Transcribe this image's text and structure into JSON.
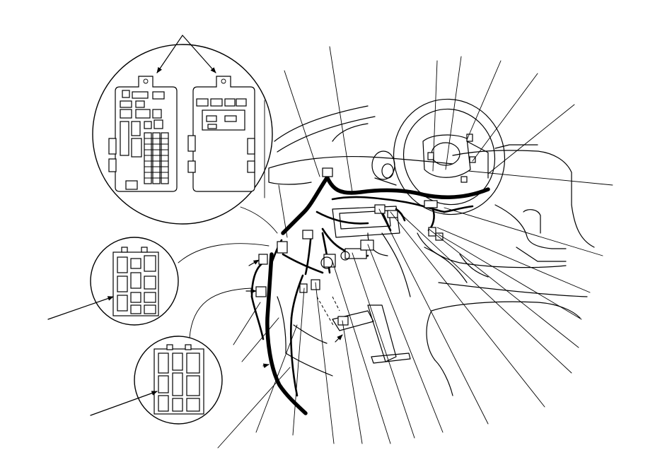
{
  "figure": {
    "kind": "wiring harness and connector location diagram",
    "inset_count": 3,
    "callout_count": 26,
    "colors": {
      "line": "#000000",
      "background": "#ffffff"
    }
  }
}
